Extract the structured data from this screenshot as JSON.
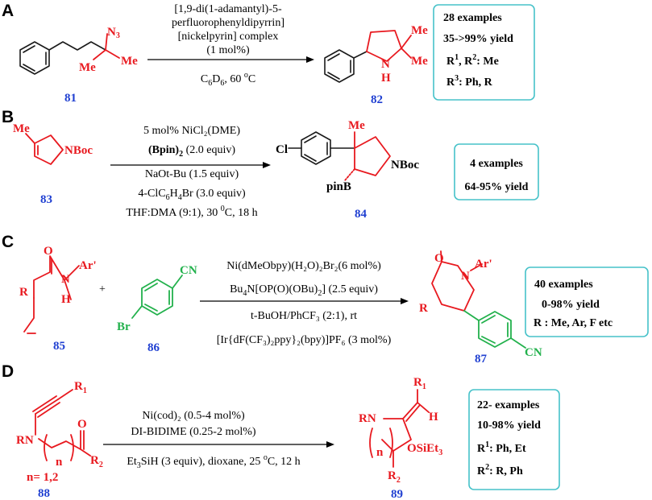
{
  "panels": {
    "A": {
      "letter": "A",
      "sm_label": "81",
      "sm_azide": "N",
      "sm_azide_sub": "3",
      "sm_me": "Me",
      "cond1": "[1,9-di(1-adamantyl)-5-",
      "cond2": "perfluorophenyldipyrrin]",
      "cond3": "[nickelpyrin] complex",
      "cond4": "(1 mol%)",
      "cond5_a": "C",
      "cond5_b": "6",
      "cond5_c": "D",
      "cond5_d": "6",
      "cond5_e": ", 60 ",
      "cond5_f": "o",
      "cond5_g": "C",
      "prod_label": "82",
      "prod_N": "N",
      "prod_H": "H",
      "prod_me": "Me",
      "box1": "28 examples",
      "box2": "35->99% yield",
      "box3_a": "R",
      "box3_b": "1",
      "box3_c": ", R",
      "box3_d": "2",
      "box3_e": ": Me",
      "box4_a": "R",
      "box4_b": "3",
      "box4_c": ": Ph, R"
    },
    "B": {
      "letter": "B",
      "sm_label": "83",
      "sm_me": "Me",
      "sm_nboc": "NBoc",
      "cond1": "5 mol% NiCl₂(DME)",
      "cond2_a": "(Bpin)",
      "cond2_b": "2",
      "cond2_c": " (2.0 equiv)",
      "cond3": "NaOt-Bu (1.5 equiv)",
      "cond4_a": "4-ClC",
      "cond4_b": "6",
      "cond4_c": "H",
      "cond4_d": "4",
      "cond4_e": "Br (3.0 equiv)",
      "cond5_a": "THF:DMA (9:1), 30 ",
      "cond5_b": "0",
      "cond5_c": "C, 18 h",
      "prod_label": "84",
      "prod_cl": "Cl",
      "prod_me": "Me",
      "prod_nboc": "NBoc",
      "prod_pinb": "pinB",
      "box1": "4 examples",
      "box2": "64-95% yield"
    },
    "C": {
      "letter": "C",
      "sm1_label": "85",
      "sm1_O": "O",
      "sm1_N": "N",
      "sm1_H": "H",
      "sm1_ar": "Ar'",
      "sm1_R": "R",
      "plus": "+",
      "sm2_label": "86",
      "sm2_br": "Br",
      "sm2_cn": "CN",
      "cond1": "Ni(dMeObpy)(H₂O)₂Br₂(6 mol%)",
      "cond2_a": "Bu",
      "cond2_b": "4",
      "cond2_c": "N[OP(O)(OBu)",
      "cond2_d": "2",
      "cond2_e": "] (2.5 equiv)",
      "cond3": "t-BuOH/PhCF₃ (2:1), rt",
      "cond4": "[Ir{dF(CF₃)₂ppy}₂(bpy)]PF₆  (3 mol%)",
      "prod_label": "87",
      "prod_O": "O",
      "prod_N": "N",
      "prod_ar": "Ar'",
      "prod_R": "R",
      "prod_cn": "CN",
      "box1": "40 examples",
      "box2": "0-98% yield",
      "box3": "R : Me, Ar, F etc"
    },
    "D": {
      "letter": "D",
      "sm_label": "88",
      "sm_R1": "R",
      "sm_R1_sub": "1",
      "sm_O": "O",
      "sm_RN": "RN",
      "sm_n": "n",
      "sm_R2": "R",
      "sm_R2_sub": "2",
      "sm_neq": "n= 1,2",
      "cond1": "Ni(cod)₂ (0.5-4 mol%)",
      "cond2": "DI-BIDIME (0.25-2 mol%)",
      "cond3_a": "Et",
      "cond3_b": "3",
      "cond3_c": "SiH (3 equiv), dioxane, 25 ",
      "cond3_d": "o",
      "cond3_e": "C, 12 h",
      "prod_label": "89",
      "prod_RN": "RN",
      "prod_R1": "R",
      "prod_R1_sub": "1",
      "prod_H": "H",
      "prod_n": "n",
      "prod_osi_a": "OSiEt",
      "prod_osi_b": "3",
      "prod_R2": "R",
      "prod_R2_sub": "2",
      "box1": "22- examples",
      "box2": "10-98% yield",
      "box3_a": "R",
      "box3_b": "1",
      "box3_c": ": Ph, Et",
      "box4_a": "R",
      "box4_b": "2",
      "box4_c": ": R, Ph"
    }
  }
}
